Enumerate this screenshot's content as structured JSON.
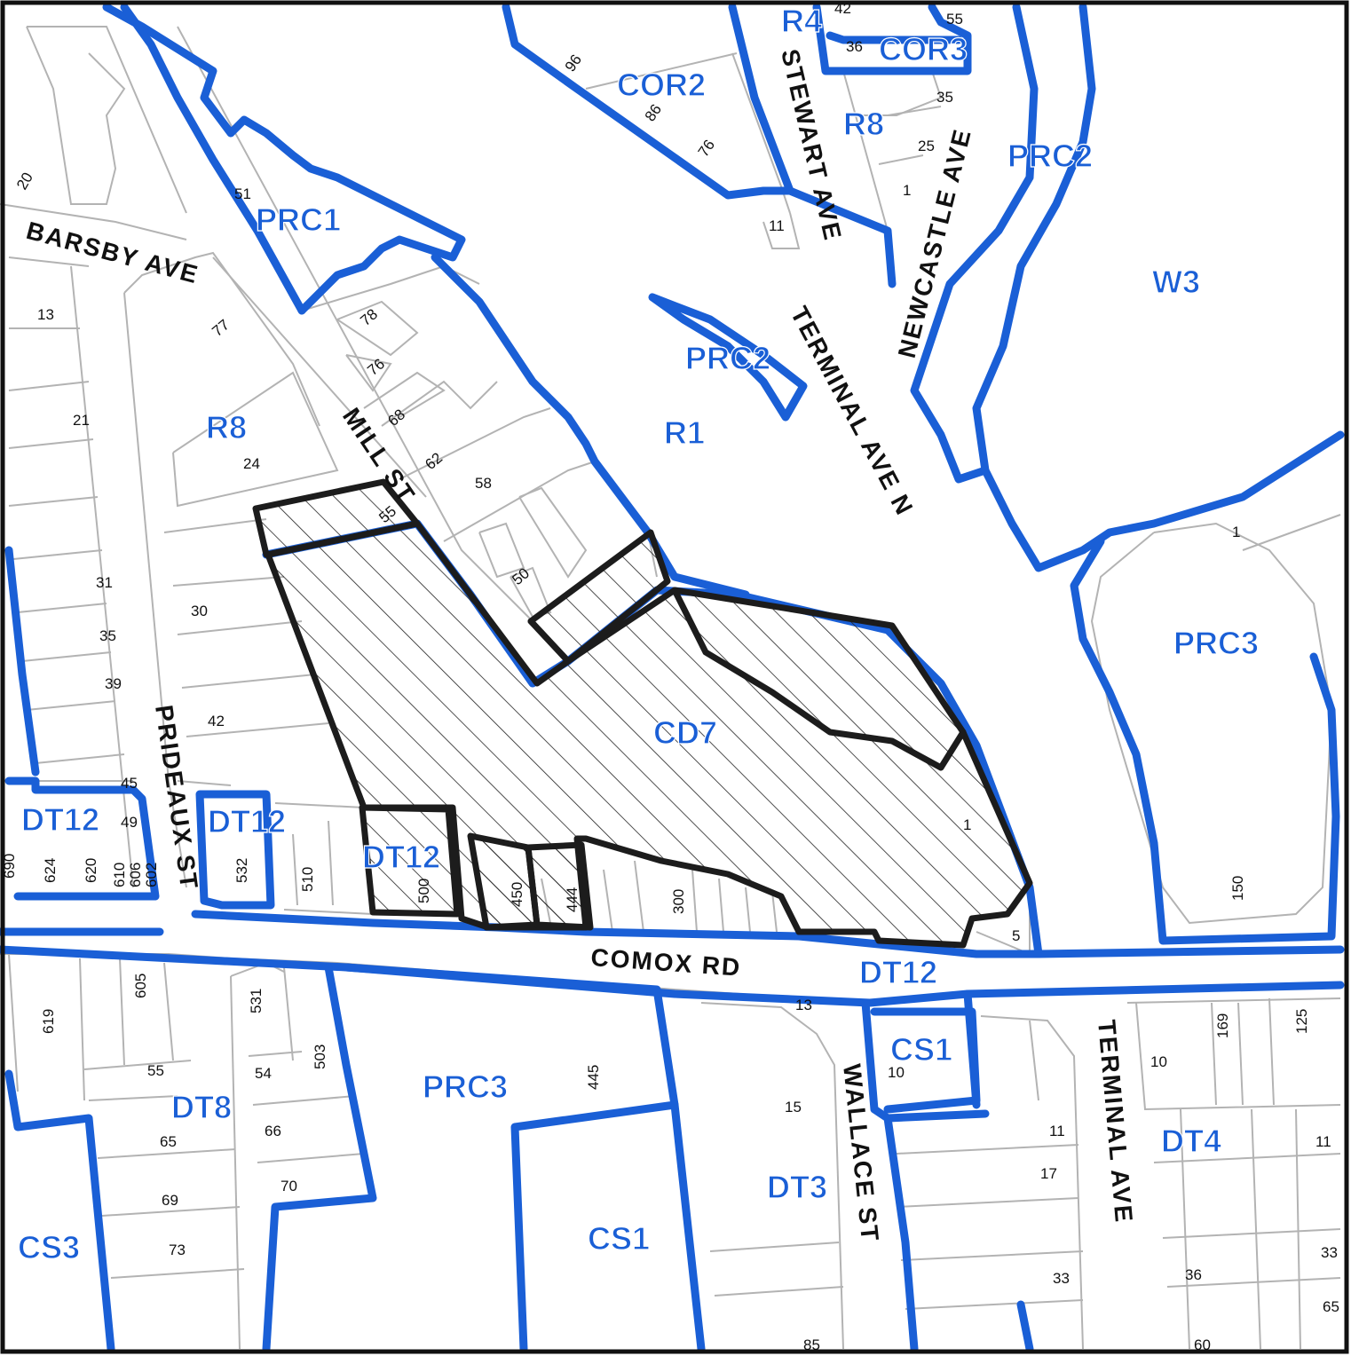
{
  "map": {
    "zones": [
      {
        "label": "R4"
      },
      {
        "label": "COR3"
      },
      {
        "label": "COR2"
      },
      {
        "label": "R8"
      },
      {
        "label": "PRC2"
      },
      {
        "label": "PRC1"
      },
      {
        "label": "W3"
      },
      {
        "label": "PRC2"
      },
      {
        "label": "R1"
      },
      {
        "label": "R8"
      },
      {
        "label": "PRC3"
      },
      {
        "label": "CD7"
      },
      {
        "label": "DT12"
      },
      {
        "label": "DT12"
      },
      {
        "label": "DT12"
      },
      {
        "label": "DT12"
      },
      {
        "label": "PRC3"
      },
      {
        "label": "DT8"
      },
      {
        "label": "CS1"
      },
      {
        "label": "DT4"
      },
      {
        "label": "DT3"
      },
      {
        "label": "CS1"
      },
      {
        "label": "CS3"
      }
    ],
    "streets": [
      {
        "name": "BARSBY AVE"
      },
      {
        "name": "MILL ST"
      },
      {
        "name": "STEWART AVE"
      },
      {
        "name": "NEWCASTLE AVE"
      },
      {
        "name": "TERMINAL AVE N"
      },
      {
        "name": "PRIDEAUX ST"
      },
      {
        "name": "COMOX RD"
      },
      {
        "name": "WALLACE ST"
      },
      {
        "name": "TERMINAL AVE"
      }
    ],
    "lots": [
      "42",
      "55",
      "36",
      "96",
      "86",
      "76",
      "35",
      "25",
      "1",
      "11",
      "20",
      "51",
      "78",
      "76",
      "68",
      "62",
      "58",
      "50",
      "13",
      "77",
      "21",
      "24",
      "55",
      "31",
      "30",
      "35",
      "39",
      "42",
      "45",
      "49",
      "690",
      "624",
      "620",
      "610",
      "606",
      "602",
      "532",
      "510",
      "500",
      "450",
      "444",
      "300",
      "1",
      "5",
      "1",
      "150",
      "619",
      "605",
      "531",
      "503",
      "55",
      "54",
      "66",
      "65",
      "70",
      "69",
      "73",
      "445",
      "13",
      "15",
      "10",
      "11",
      "17",
      "33",
      "10",
      "169",
      "125",
      "11",
      "36",
      "33",
      "65",
      "85",
      "60"
    ]
  }
}
